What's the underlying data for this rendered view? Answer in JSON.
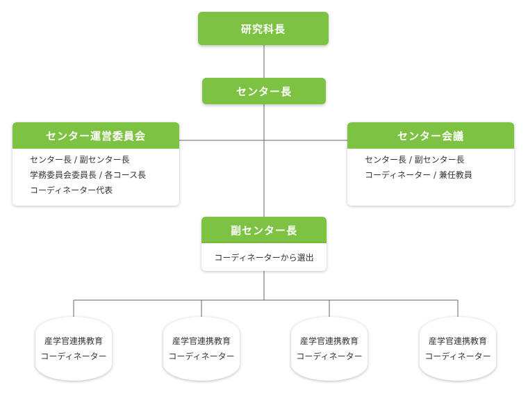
{
  "dean": {
    "label": "研究科長"
  },
  "center_head": {
    "label": "センター長"
  },
  "committee": {
    "title": "センター運営委員会",
    "lines": [
      "センター長 / 副センター長",
      "学務委員会委員長 / 各コース長",
      "コーディネーター代表"
    ]
  },
  "council": {
    "title": "センター会議",
    "lines": [
      "センター長 / 副センター長",
      "コーディネーター / 兼任教員"
    ]
  },
  "vice_head": {
    "label": "副センター長",
    "note": "コーディネーターから選出"
  },
  "coordinators": [
    {
      "line1": "産学官連携教育",
      "line2": "コーディネーター"
    },
    {
      "line1": "産学官連携教育",
      "line2": "コーディネーター"
    },
    {
      "line1": "産学官連携教育",
      "line2": "コーディネーター"
    },
    {
      "line1": "産学官連携教育",
      "line2": "コーディネーター"
    }
  ],
  "colors": {
    "accent": "#7dc242",
    "line": "#666666",
    "text": "#333333"
  }
}
